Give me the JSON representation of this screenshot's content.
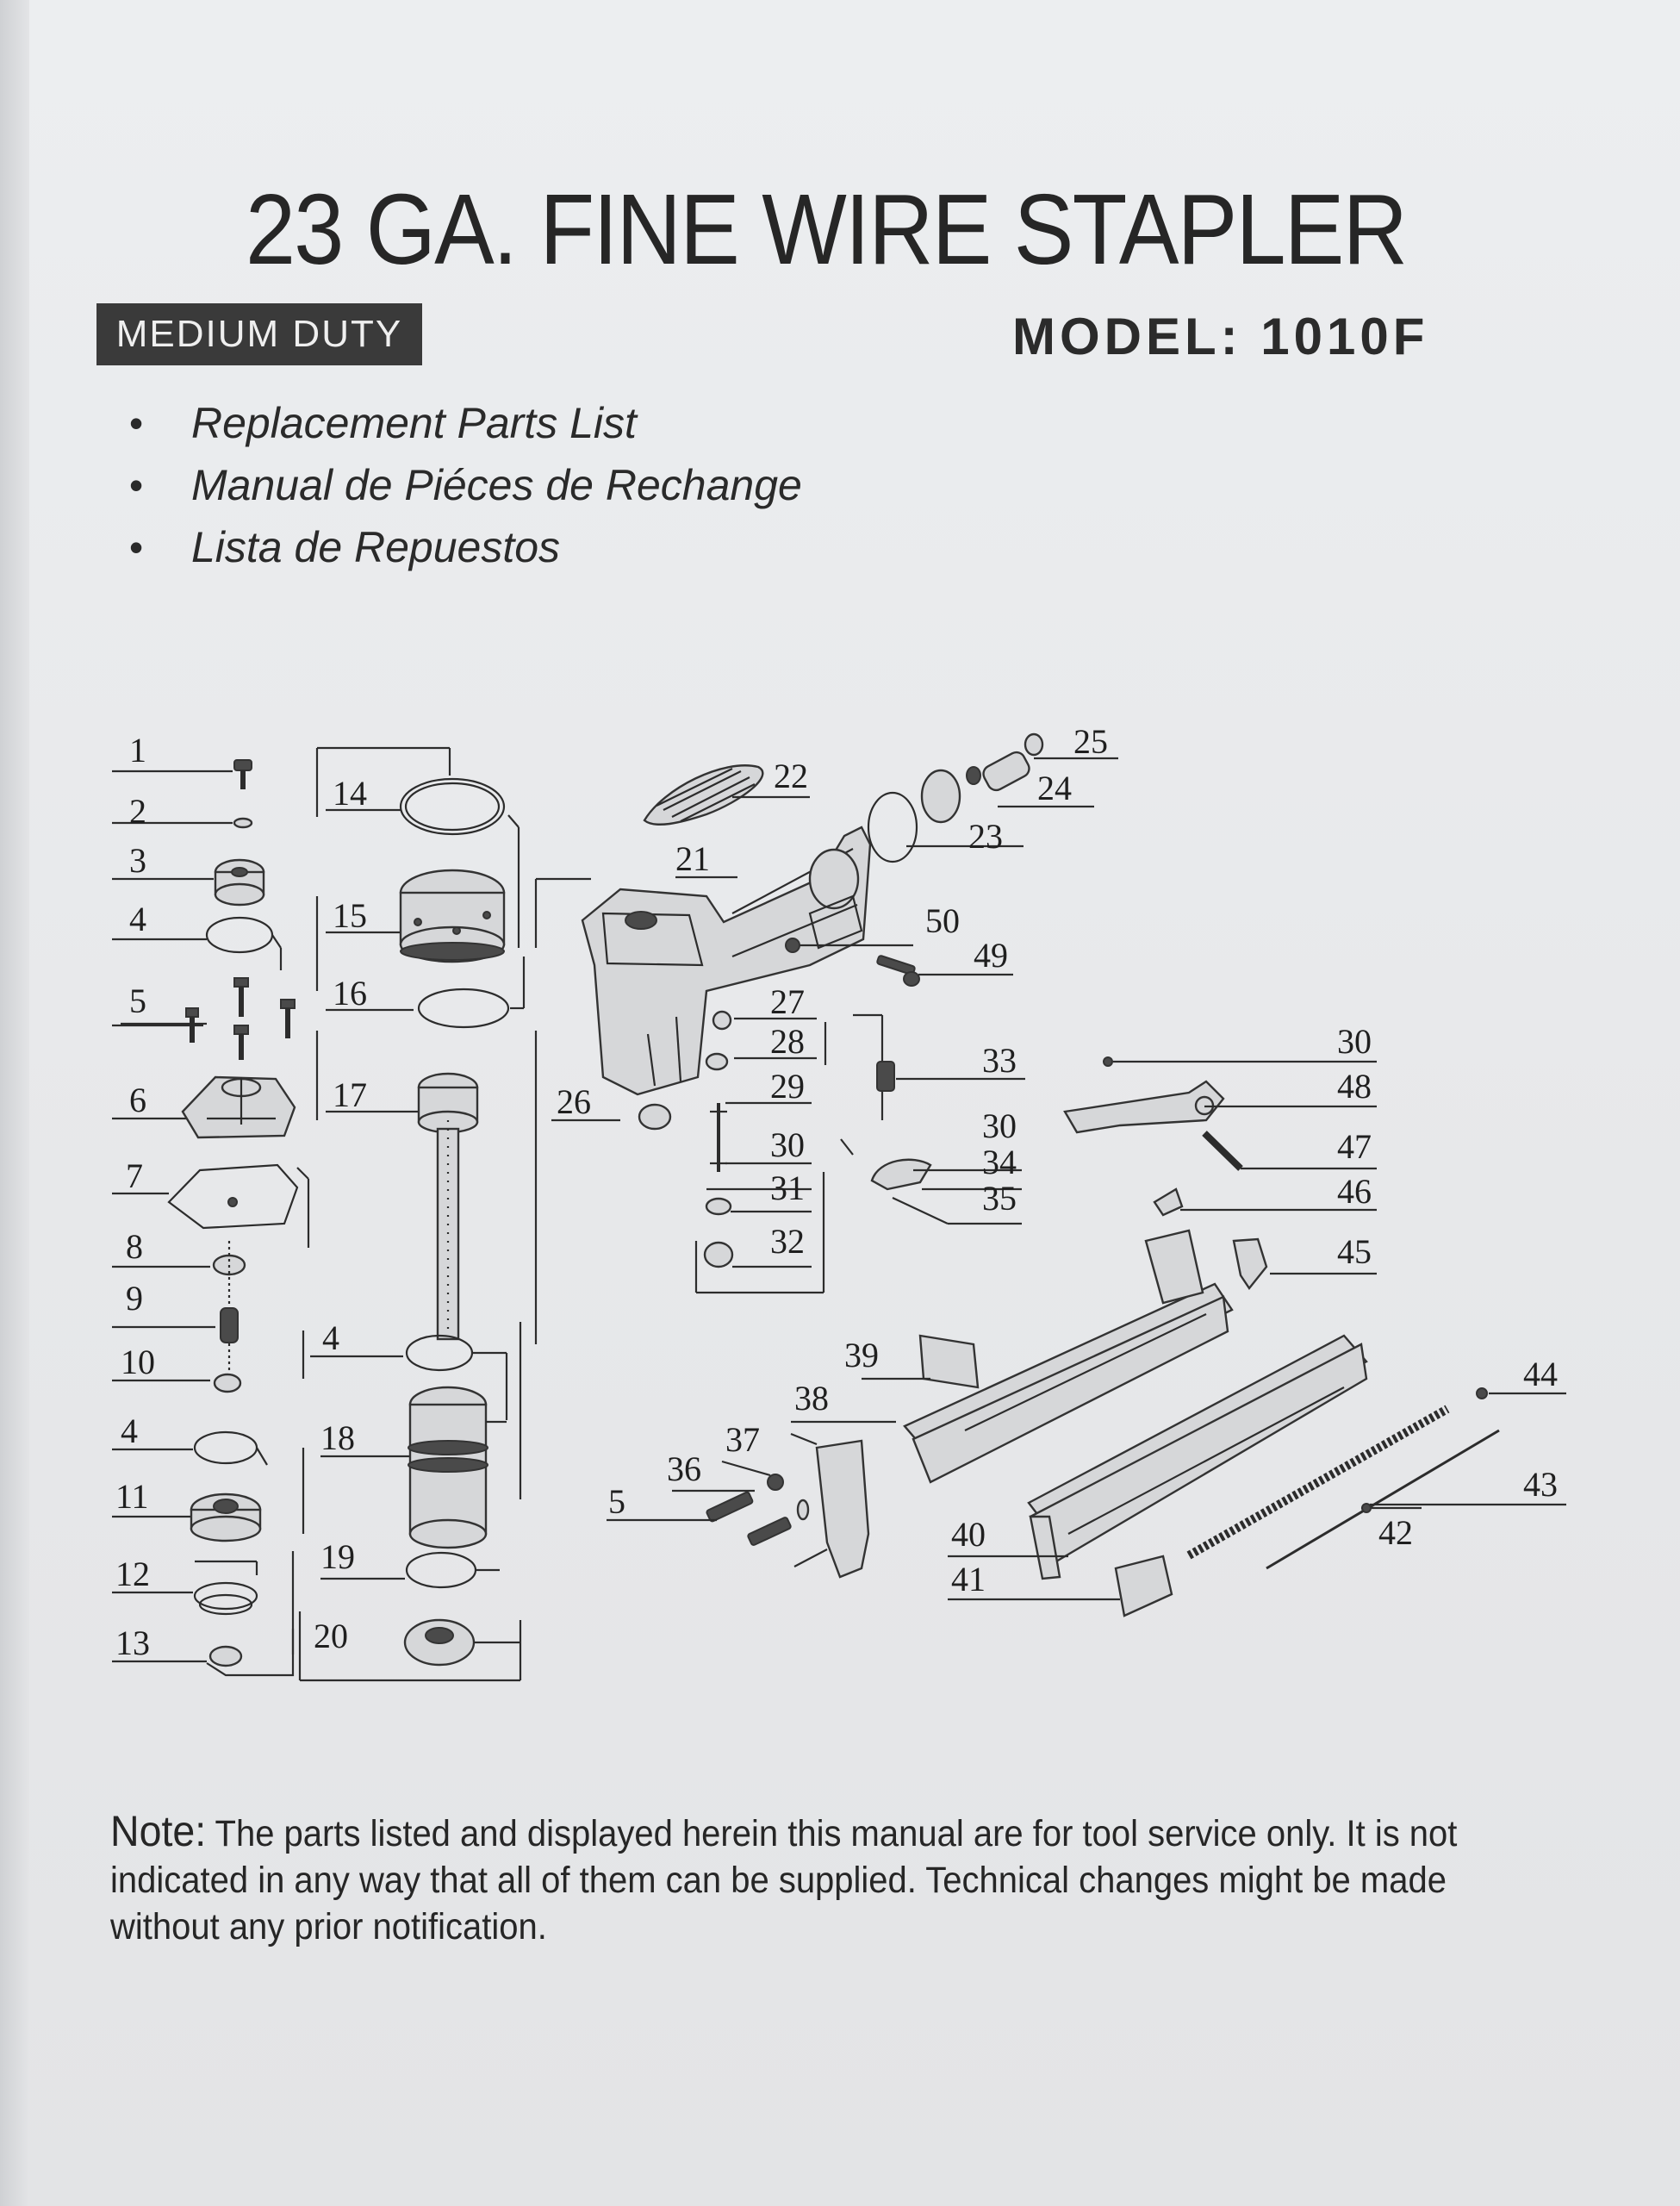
{
  "header": {
    "title": "23 GA. FINE WIRE STAPLER",
    "badge": "MEDIUM DUTY",
    "model": "MODEL: 1010F"
  },
  "bullets": [
    "Replacement Parts List",
    "Manual de Piéces de Rechange",
    "Lista de Repuestos"
  ],
  "diagram": {
    "callouts": [
      "1",
      "2",
      "3",
      "4",
      "5",
      "6",
      "7",
      "8",
      "9",
      "10",
      "4",
      "11",
      "12",
      "13",
      "14",
      "15",
      "16",
      "17",
      "4",
      "18",
      "19",
      "20",
      "22",
      "21",
      "26",
      "25",
      "24",
      "23",
      "50",
      "49",
      "27",
      "28",
      "29",
      "30",
      "31",
      "32",
      "33",
      "30",
      "34",
      "35",
      "30",
      "48",
      "47",
      "46",
      "45",
      "39",
      "38",
      "37",
      "36",
      "5",
      "40",
      "41",
      "44",
      "43",
      "42"
    ]
  },
  "note": {
    "label": "Note:",
    "text": " The parts listed and displayed herein this manual are for tool service only. It is not indicated in any way that all of them can be supplied. Technical changes might be made without any prior notification."
  }
}
